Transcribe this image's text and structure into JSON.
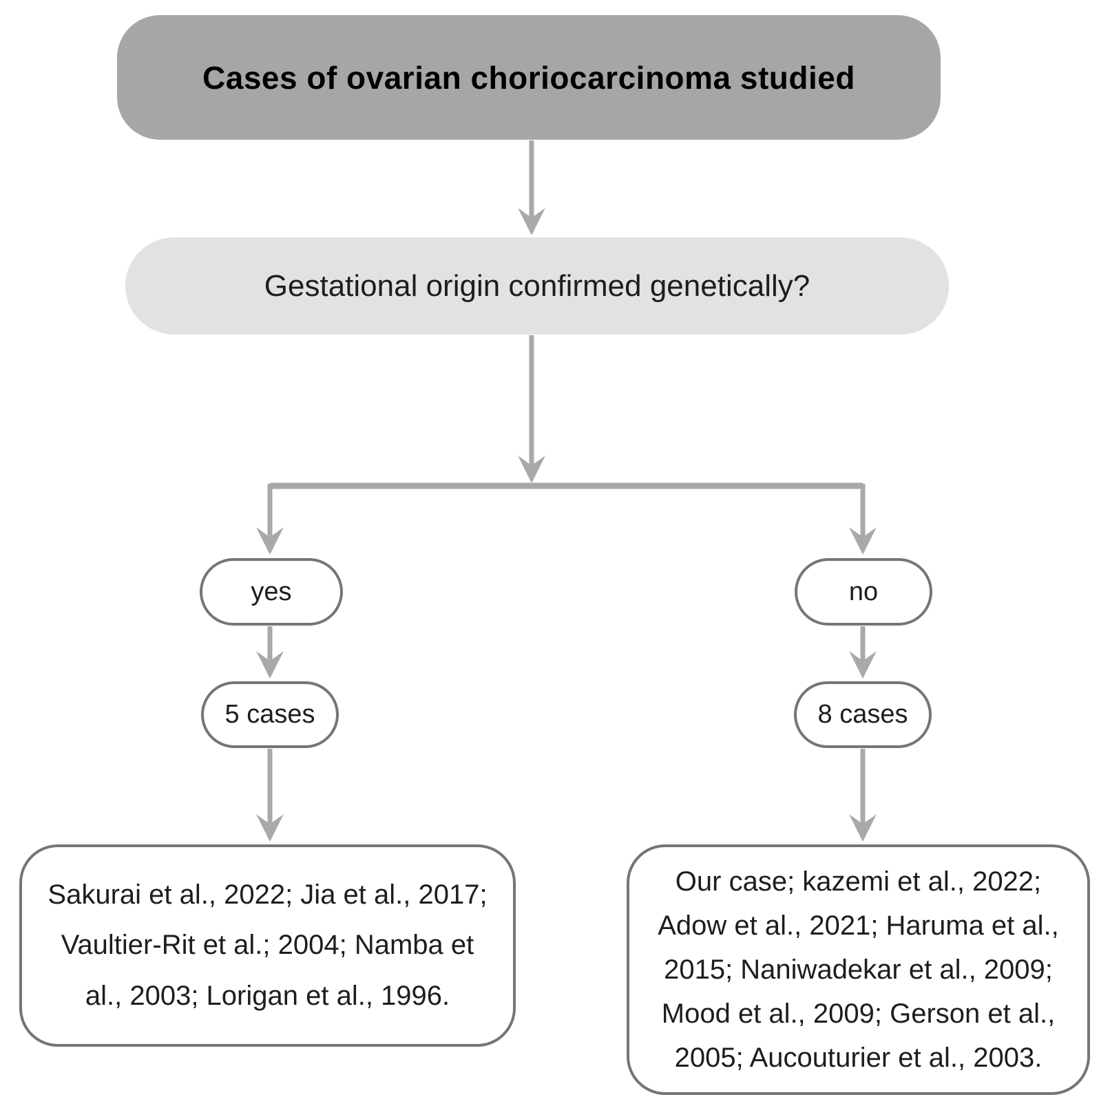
{
  "diagram": {
    "title": "Cases of ovarian choriocarcinoma studied",
    "question": "Gestational origin confirmed genetically?",
    "yes_branch": {
      "label": "yes",
      "count": "5 cases",
      "reference_lines": [
        "Sakurai et al., 2022; Jia et al., 2017;",
        "Vaultier-Rit et al.; 2004; Namba et",
        "al., 2003; Lorigan et al., 1996."
      ]
    },
    "no_branch": {
      "label": "no",
      "count": "8 cases",
      "reference_lines": [
        "Our case; kazemi et al., 2022;",
        "Adow et al., 2021; Haruma et al.,",
        "2015; Naniwadekar et al., 2009;",
        "Mood et al., 2009; Gerson et al.,",
        "2005; Aucouturier et al., 2003."
      ]
    },
    "colors": {
      "title_box_fill": "#a6a6a6",
      "question_box_fill": "#e2e2e2",
      "node_fill": "#ffffff",
      "node_border": "#757575",
      "arrow": "#a9a9a9",
      "title_text": "#000000",
      "body_text": "#1d1d1d"
    }
  }
}
